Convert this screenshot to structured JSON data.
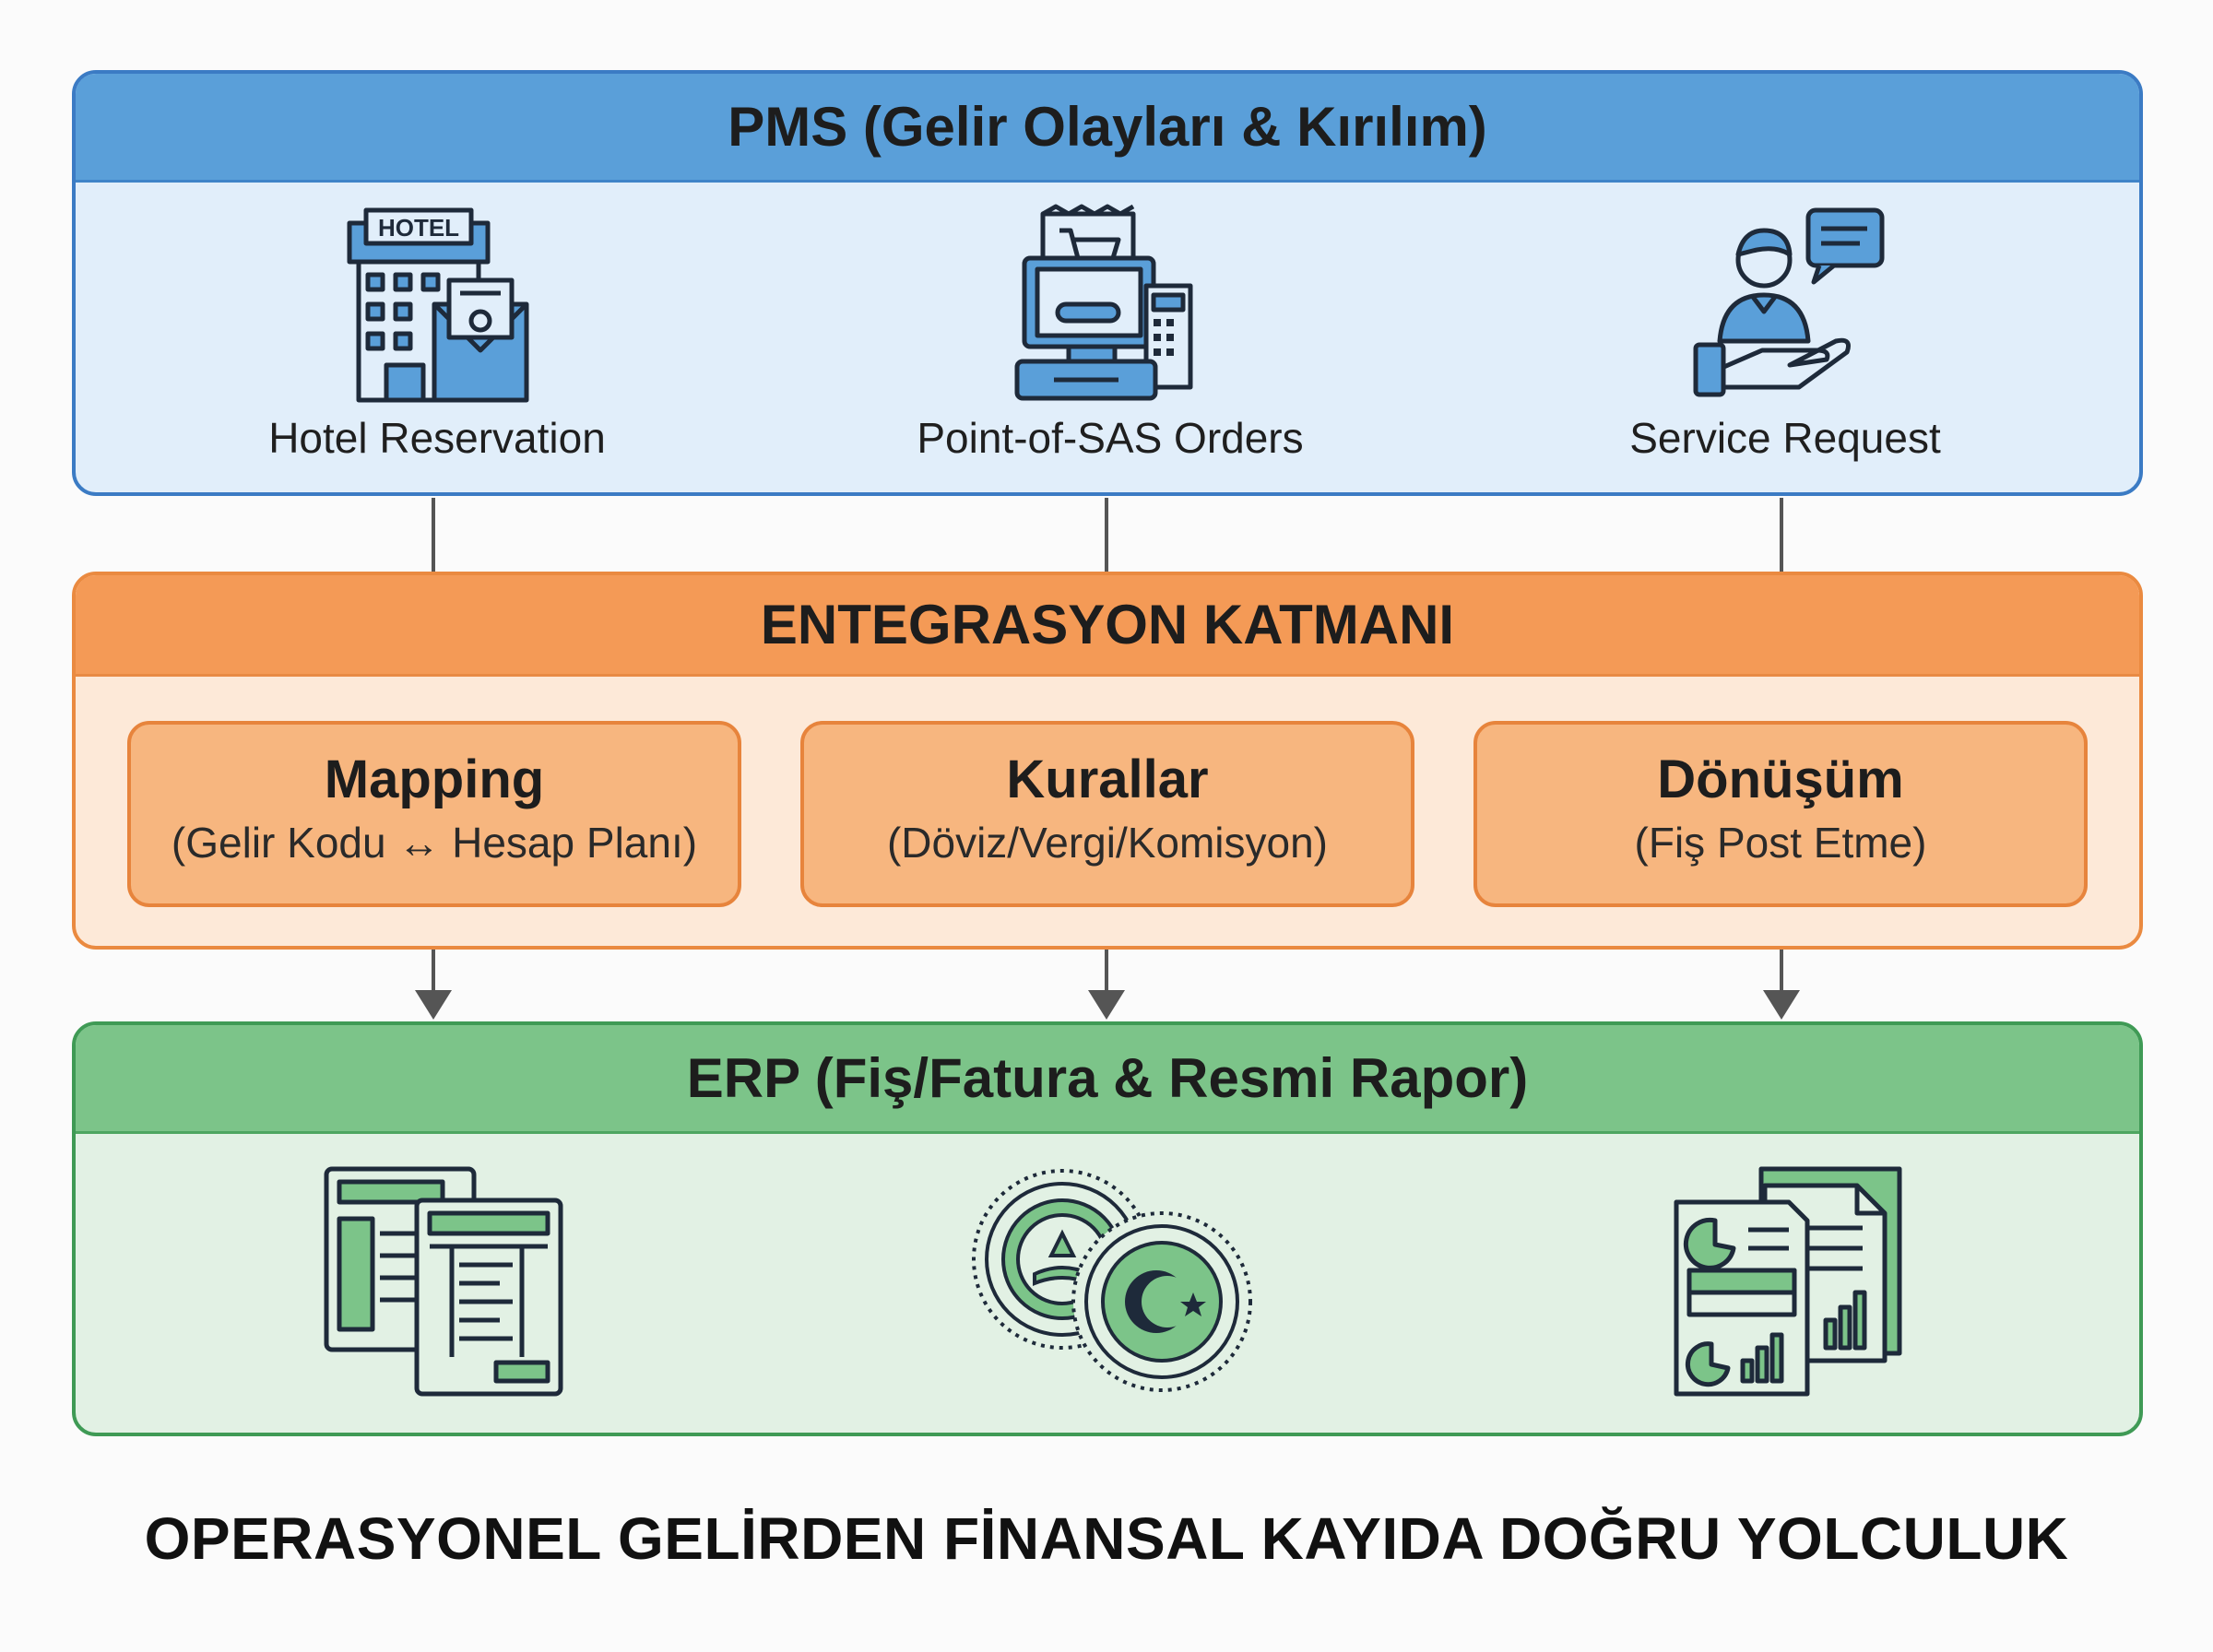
{
  "pms": {
    "title": "PMS (Gelir Olayları & Kırılım)",
    "items": [
      {
        "label": "Hotel Reservation",
        "icon": "hotel-icon",
        "sign": "HOTEL"
      },
      {
        "label": "Point-of-SAS Orders",
        "icon": "pos-terminal-icon"
      },
      {
        "label": "Service Request",
        "icon": "service-request-icon"
      }
    ]
  },
  "integration": {
    "title": "ENTEGRASYON KATMANI",
    "boxes": [
      {
        "title": "Mapping",
        "subtitle": "(Gelir Kodu ↔ Hesap Planı)"
      },
      {
        "title": "Kurallar",
        "subtitle": "(Döviz/Vergi/Komisyon)"
      },
      {
        "title": "Dönüşüm",
        "subtitle": "(Fiş Post Etme)"
      }
    ]
  },
  "erp": {
    "title": "ERP (Fiş/Fatura & Resmi Rapor)",
    "icons": [
      "ledger-documents-icon",
      "official-seals-icon",
      "financial-reports-icon"
    ]
  },
  "footer": {
    "title": "OPERASYONEL GELİRDEN FİNANSAL KAYIDA DOĞRU YOLCULUK"
  },
  "colors": {
    "pms_accent": "#5a9fd9",
    "integration_accent": "#f49a56",
    "erp_accent": "#7cc489",
    "arrow": "#555555"
  }
}
